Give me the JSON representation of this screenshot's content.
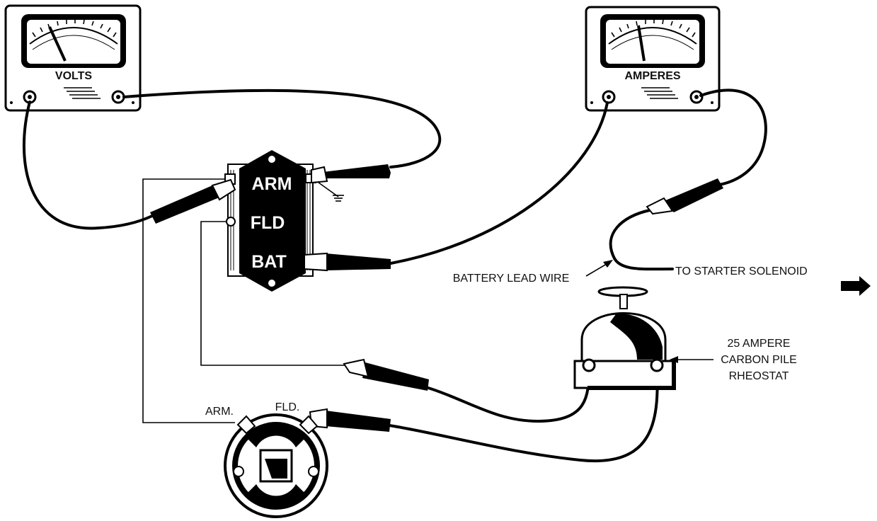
{
  "meters": {
    "volts": {
      "label": "VOLTS"
    },
    "amperes": {
      "label": "AMPERES"
    }
  },
  "regulator": {
    "terminals": [
      "ARM",
      "FLD",
      "BAT"
    ]
  },
  "labels": {
    "battery_lead_wire": "BATTERY LEAD WIRE",
    "to_starter_solenoid": "TO STARTER SOLENOID",
    "rheostat_line1": "25 AMPERE",
    "rheostat_line2": "CARBON PILE",
    "rheostat_line3": "RHEOSTAT",
    "generator_arm": "ARM.",
    "generator_fld": "FLD."
  }
}
